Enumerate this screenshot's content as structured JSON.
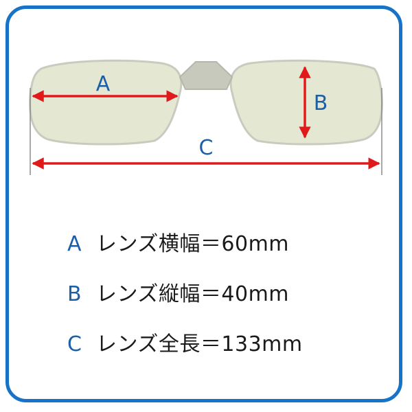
{
  "colors": {
    "border": "#1673c8",
    "lens_fill": "#e4e7d2",
    "lens_stroke": "#c9cbbf",
    "bridge_fill": "#c7c9bc",
    "arrow": "#e01a1a",
    "dim_label": "#1a5fa8"
  },
  "diagram": {
    "label_a": "A",
    "label_b": "B",
    "label_c": "C"
  },
  "specs": [
    {
      "letter": "A",
      "text": "レンズ横幅＝60mm"
    },
    {
      "letter": "B",
      "text": "レンズ縦幅＝40mm"
    },
    {
      "letter": "C",
      "text": "レンズ全長＝133mm"
    }
  ]
}
